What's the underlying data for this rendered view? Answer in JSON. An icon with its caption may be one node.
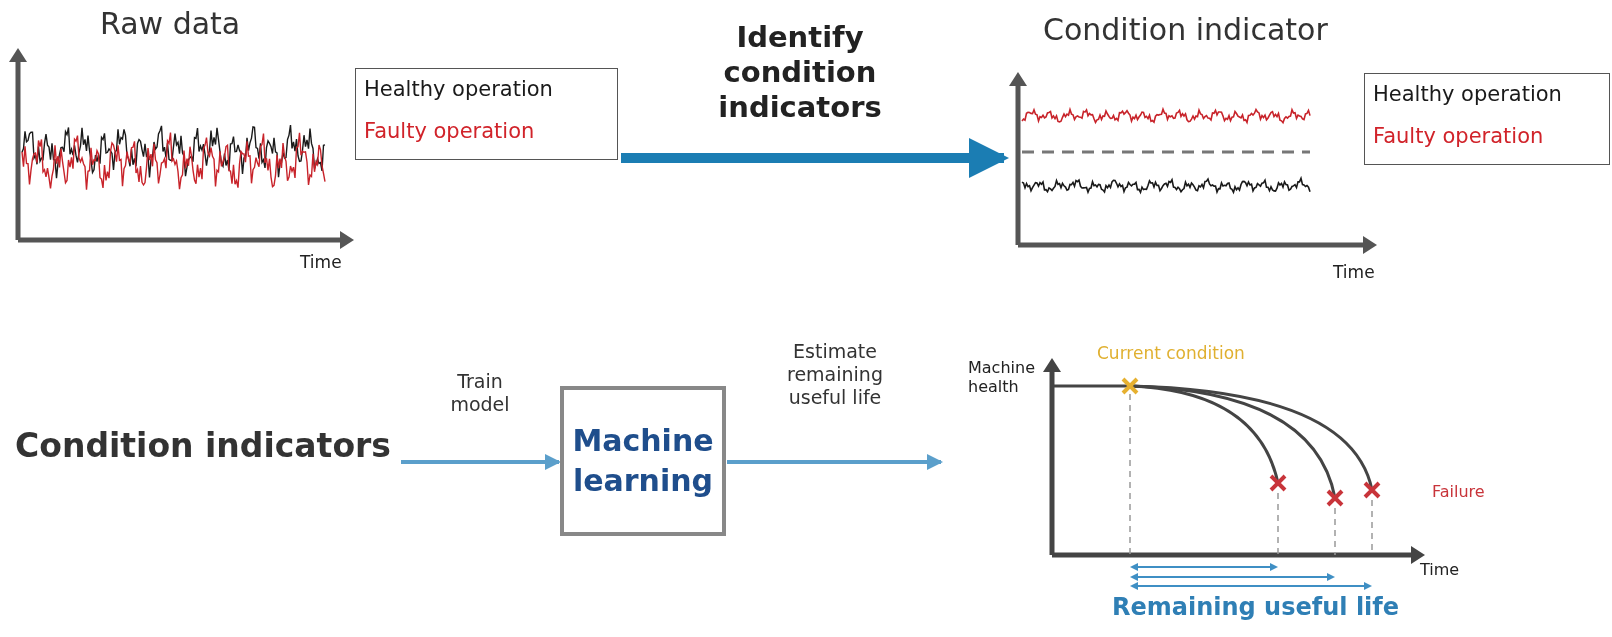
{
  "diagram": {
    "nodes": [
      {
        "text": [
          "Raw data"
        ],
        "beside": [
          "Time"
        ]
      },
      {
        "text": [
          "Condition indicator"
        ],
        "beside": [
          "Time"
        ]
      },
      {
        "text": [
          "Condition indicators"
        ]
      },
      {
        "text": [
          "Machine learning"
        ]
      },
      {
        "text": [],
        "shape": "chart",
        "beside": [
          "Current condition",
          "Machine health",
          "Failure",
          "Time",
          "Remaining useful life"
        ]
      }
    ],
    "edges": [
      {
        "from": 0,
        "to": 1,
        "arrow": "to",
        "label": "Identify condition indicators",
        "style": "thick",
        "color": "#1b7db3"
      },
      {
        "from": 2,
        "to": 3,
        "arrow": "to",
        "label": "Train model"
      },
      {
        "from": 3,
        "to": 4,
        "arrow": "to",
        "label": "Estimate remaining useful life"
      }
    ],
    "legend": [
      {
        "text": "Healthy operation",
        "color": "#1a1a1a"
      },
      {
        "text": "Faulty operation",
        "color": "#d1232a"
      },
      {
        "text": "Healthy operation",
        "color": "#1a1a1a"
      },
      {
        "text": "Faulty operation",
        "color": "#d1232a"
      }
    ]
  }
}
